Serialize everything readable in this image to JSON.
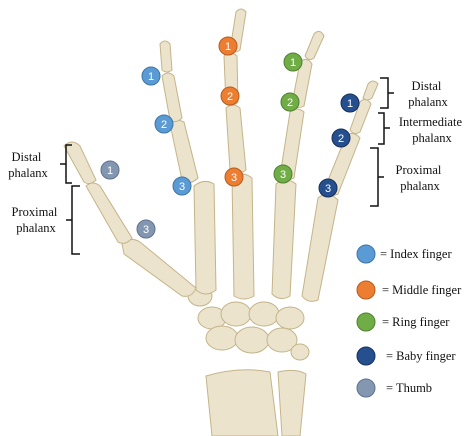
{
  "colors": {
    "bone_fill": "#ebe3cc",
    "bone_shade": "#d6cba8",
    "bone_stroke": "#c4b48a",
    "index": "#5b9bd5",
    "middle": "#ed7d31",
    "ring": "#70ad47",
    "baby": "#264f8f",
    "thumb": "#8497b0",
    "bracket": "#111111",
    "marker_text": "#ffffff"
  },
  "markers": {
    "index": [
      "1",
      "2",
      "3"
    ],
    "middle": [
      "1",
      "2",
      "3"
    ],
    "ring": [
      "1",
      "2",
      "3"
    ],
    "baby": [
      "1",
      "2",
      "3"
    ],
    "thumb": [
      "1",
      "3"
    ]
  },
  "labels": {
    "thumb_distal": [
      "Distal",
      "phalanx"
    ],
    "thumb_proximal": [
      "Proximal",
      "phalanx"
    ],
    "right_distal": [
      "Distal",
      "phalanx"
    ],
    "right_intermediate": [
      "Intermediate",
      "phalanx"
    ],
    "right_proximal": [
      "Proximal",
      "phalanx"
    ]
  },
  "legend": {
    "index": "= Index finger",
    "middle": "= Middle finger",
    "ring": "= Ring finger",
    "baby": "= Baby finger",
    "thumb": "= Thumb"
  }
}
